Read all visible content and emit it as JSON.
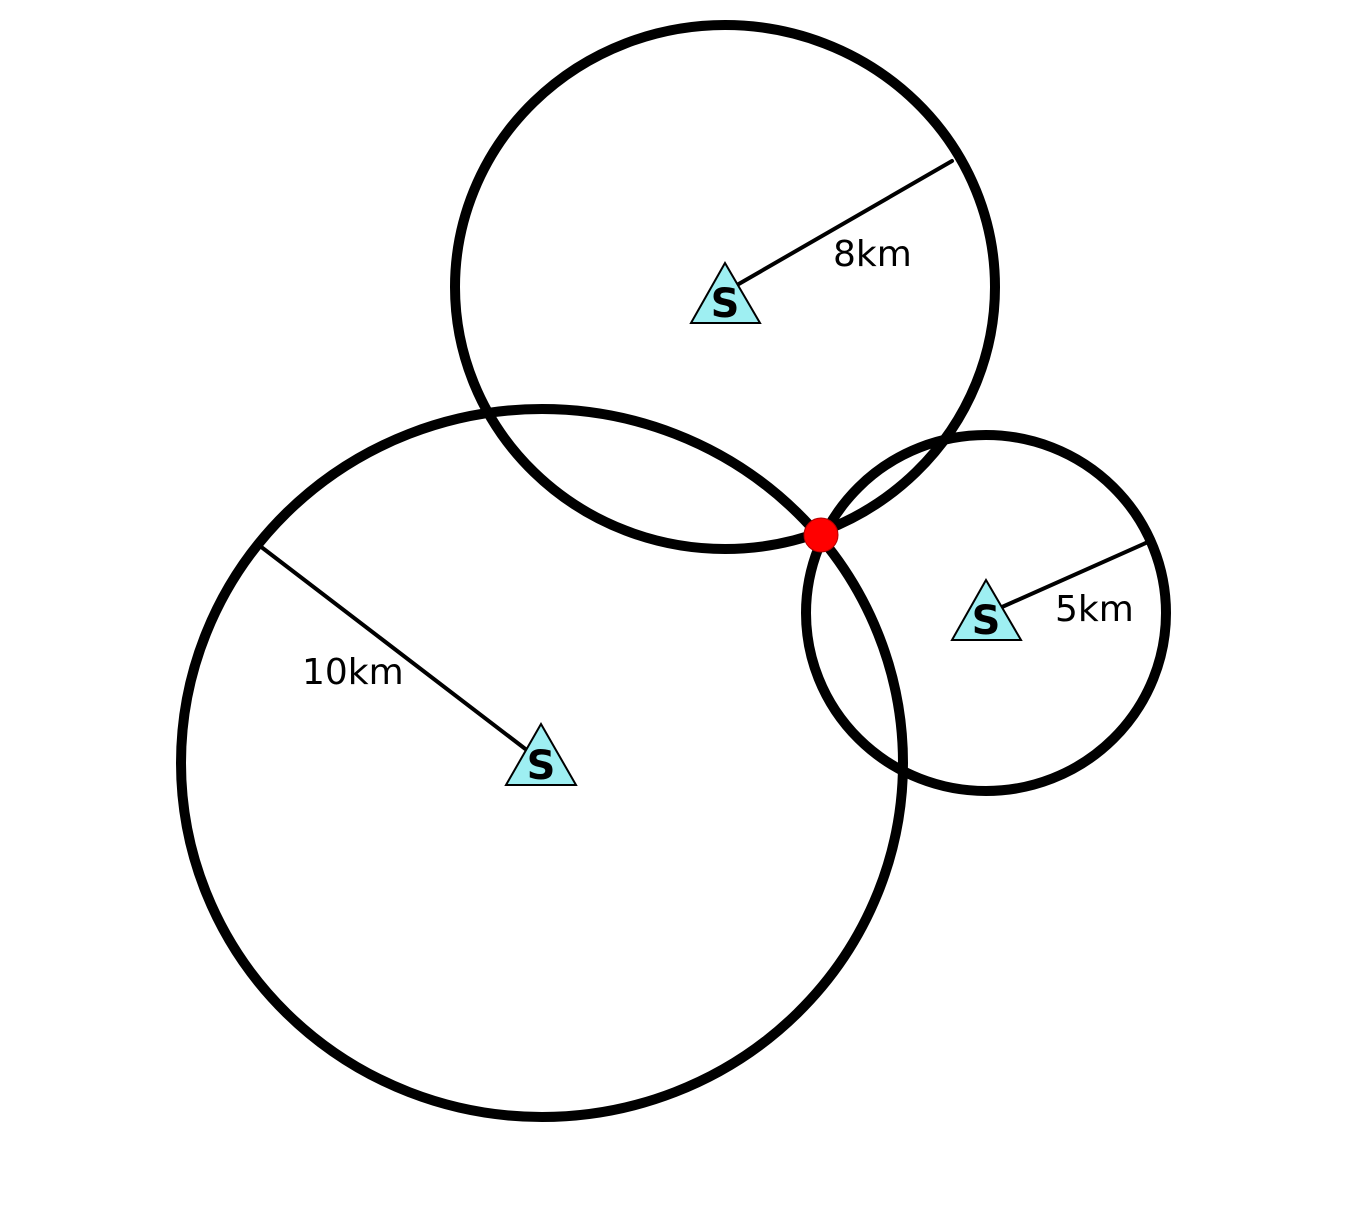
{
  "colors": {
    "station_fill": "#9EEFF2",
    "intersection": "#FF0000",
    "circle_stroke": "#000000"
  },
  "stations": [
    {
      "id": "top",
      "letter": "S",
      "radius_label": "8km"
    },
    {
      "id": "right",
      "letter": "S",
      "radius_label": "5km"
    },
    {
      "id": "left",
      "letter": "S",
      "radius_label": "10km"
    }
  ],
  "intersection": {
    "icon": "red-dot"
  }
}
